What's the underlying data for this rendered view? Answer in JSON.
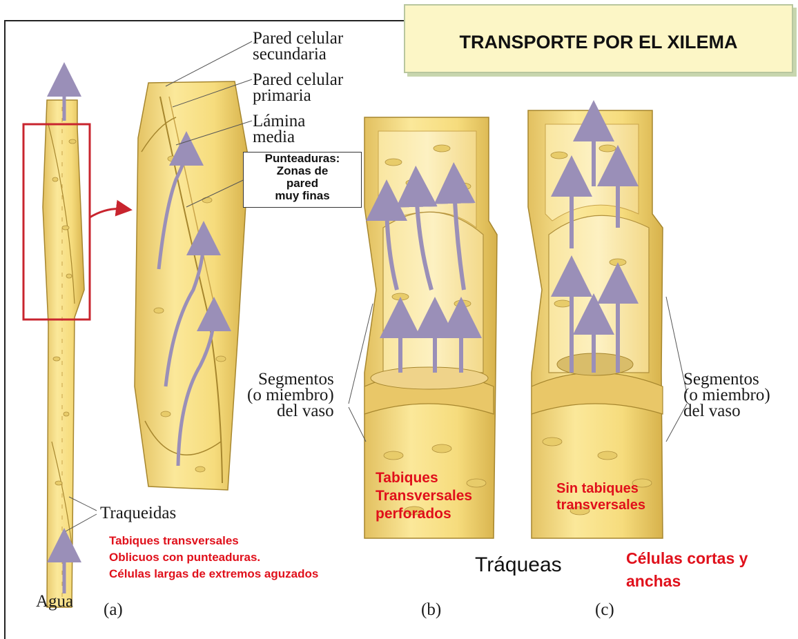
{
  "title": "TRANSPORTE POR EL XILEMA",
  "labels": {
    "pared_secundaria": [
      "Pared celular",
      "secundaria"
    ],
    "pared_primaria": [
      "Pared celular",
      "primaria"
    ],
    "lamina_media": [
      "Lámina",
      "media"
    ],
    "segmentos_left": [
      "Segmentos",
      "(o miembro)",
      "del vaso"
    ],
    "segmentos_right": [
      "Segmentos",
      "(o miembro)",
      "del vaso"
    ],
    "traqueidas": "Traqueidas",
    "agua": "Agua",
    "panel_a": "(a)",
    "panel_b": "(b)",
    "panel_c": "(c)"
  },
  "callout": [
    "Punteaduras:",
    "Zonas de",
    "pared",
    "muy finas"
  ],
  "notes": {
    "traqueidas_desc": [
      "Tabiques transversales",
      "Oblicuos con punteaduras.",
      "Células largas de extremos aguzados"
    ],
    "tabiques_perforados": [
      "Tabiques",
      "Transversales",
      "perforados"
    ],
    "sin_tabiques": [
      "Sin tabiques",
      "transversales"
    ],
    "traqueas": "Tráqueas",
    "celulas_cortas": [
      "Células cortas y",
      "anchas"
    ]
  },
  "colors": {
    "cell_fill": "#f5dc7e",
    "cell_dark": "#d8b44a",
    "arrow": "#9a8fb8",
    "highlight_box": "#c8242e",
    "note_red": "#e0101b"
  }
}
